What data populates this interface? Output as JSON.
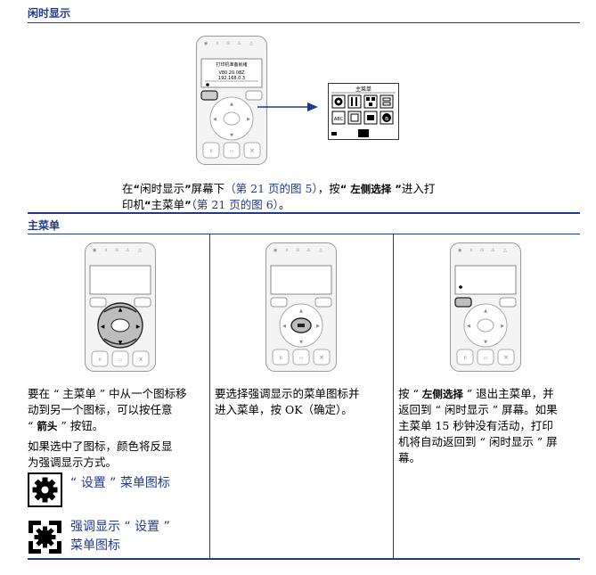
{
  "section1": {
    "title": "闲时显示",
    "printer_screen": {
      "line1": "打印机准备就绪",
      "line2": "V80.20.08Z",
      "line3": "192.168.0.3"
    },
    "menu_screen_title": "主菜单",
    "caption": {
      "p1": "在",
      "q1": "“",
      "idle": "闲时显示",
      "q2": "”",
      "p2": "屏幕下",
      "ref1": "（第 21 页的图 5）",
      "p3": "，按",
      "bold1": "“ 左侧选择 ”",
      "p4": "进入打",
      "p5": "印机",
      "q3": "“",
      "main": "主菜单",
      "q4": "”",
      "ref2": "（第 21 页的图 6）",
      "p6": "。"
    }
  },
  "section2": {
    "title": "主菜单",
    "col1": {
      "t1": "要在 “ 主菜单 ” 中从一个图标移",
      "t2": "动到另一个图标，可以按任意",
      "t3a": "“ ",
      "t3b": "箭头",
      "t3c": " ” 按钮。",
      "t4": "如果选中了图标，颜色将反显",
      "t5": "为强调显示方式。",
      "icon1_label": "“ 设置 ” 菜单图标",
      "icon2_label1": "强调显示 “ 设置 ”",
      "icon2_label2": "菜单图标"
    },
    "col2": {
      "t1": "要选择强调显示的菜单图标并",
      "t2": "进入菜单，按 OK（确定）。"
    },
    "col3": {
      "t1a": "按 “ ",
      "t1b": "左侧选择",
      "t1c": " ” 退出主菜单，并",
      "t2": "返回到 “ 闲时显示 ” 屏幕。如果",
      "t3": "主菜单 15 秒钟没有活动，打印",
      "t4": "机将自动返回到 “ 闲时显示 ” 屏",
      "t5": "幕。"
    }
  },
  "colors": {
    "accent": "#1f3a93",
    "highlight": "#bdbdbd"
  },
  "icons": [
    "gear-icon",
    "tools-icon",
    "network-icon",
    "bluetooth-icon",
    "highlighted-gear-icon"
  ]
}
